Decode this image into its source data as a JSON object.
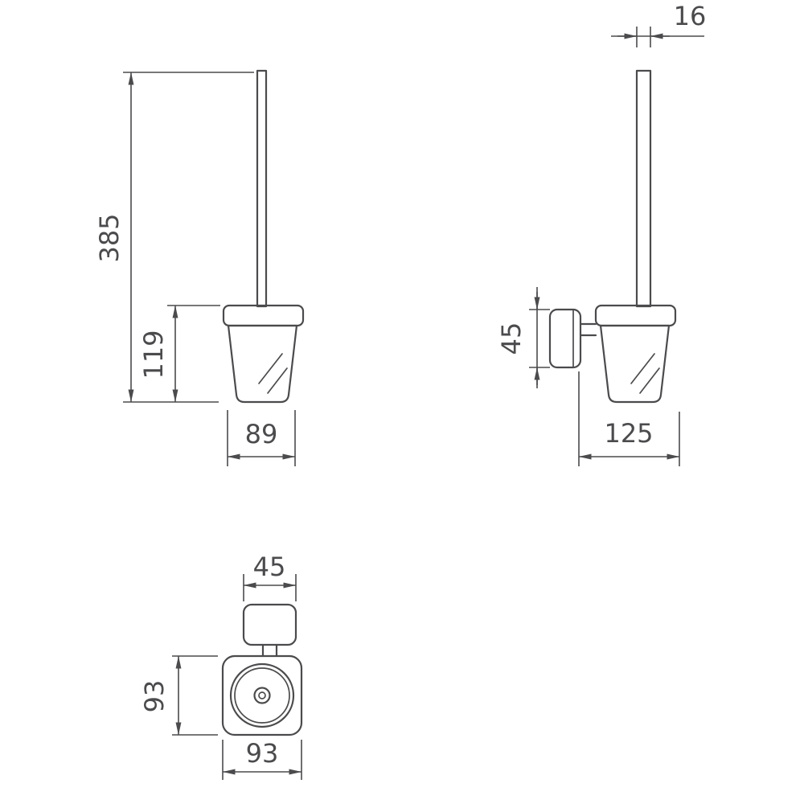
{
  "drawing": {
    "background": "#ffffff",
    "line_color": "#4b4b4d",
    "text_color": "#4b4b4d",
    "views": {
      "front": {
        "dimensions": {
          "overall_height": "385",
          "holder_height": "119",
          "holder_width": "89"
        }
      },
      "side": {
        "dimensions": {
          "handle_depth": "16",
          "bracket_height": "45",
          "overall_depth": "125"
        }
      },
      "top": {
        "dimensions": {
          "bracket_width": "45",
          "body_depth": "93",
          "body_width": "93"
        }
      }
    }
  }
}
